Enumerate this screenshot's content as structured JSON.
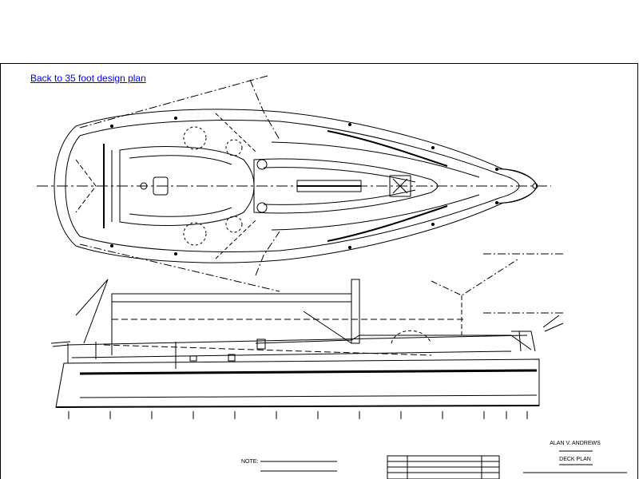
{
  "nav": {
    "back_link": "Back to 35 foot design plan"
  },
  "title_block": {
    "designer": "ALAN V. ANDREWS",
    "sheet_title": "DECK PLAN",
    "note_label": "NOTE:"
  }
}
